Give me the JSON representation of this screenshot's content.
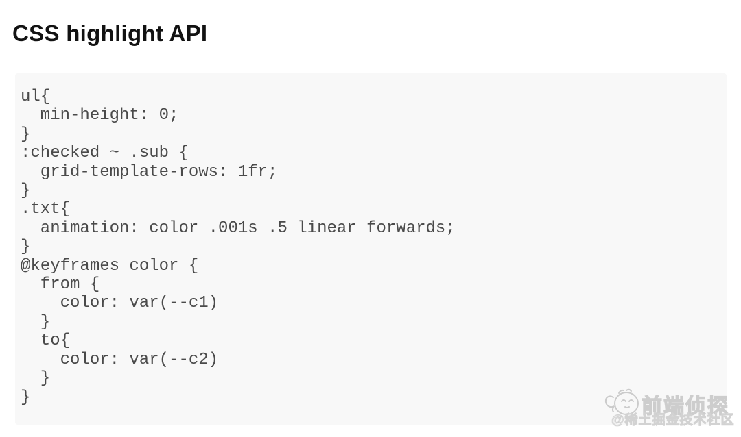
{
  "page": {
    "title": "CSS highlight API"
  },
  "code_block": {
    "language": "css",
    "lines": [
      "ul{",
      "  min-height: 0;",
      "}",
      ":checked ~ .sub {",
      "  grid-template-rows: 1fr;",
      "}",
      ".txt{",
      "  animation: color .001s .5 linear forwards;",
      "}",
      "@keyframes color {",
      "  from {",
      "    color: var(--c1)",
      "  }",
      "  to{",
      "    color: var(--c2)",
      "  }",
      "}"
    ]
  },
  "watermark": {
    "icon": "detective-icon",
    "title": "前端侦探",
    "subtitle": "@稀土掘金技术社区"
  },
  "colors": {
    "page_background": "#ffffff",
    "code_background": "#f8f8f8",
    "code_text": "#4a4a4a",
    "title_text": "#121212",
    "watermark": "#cdcdcd"
  }
}
